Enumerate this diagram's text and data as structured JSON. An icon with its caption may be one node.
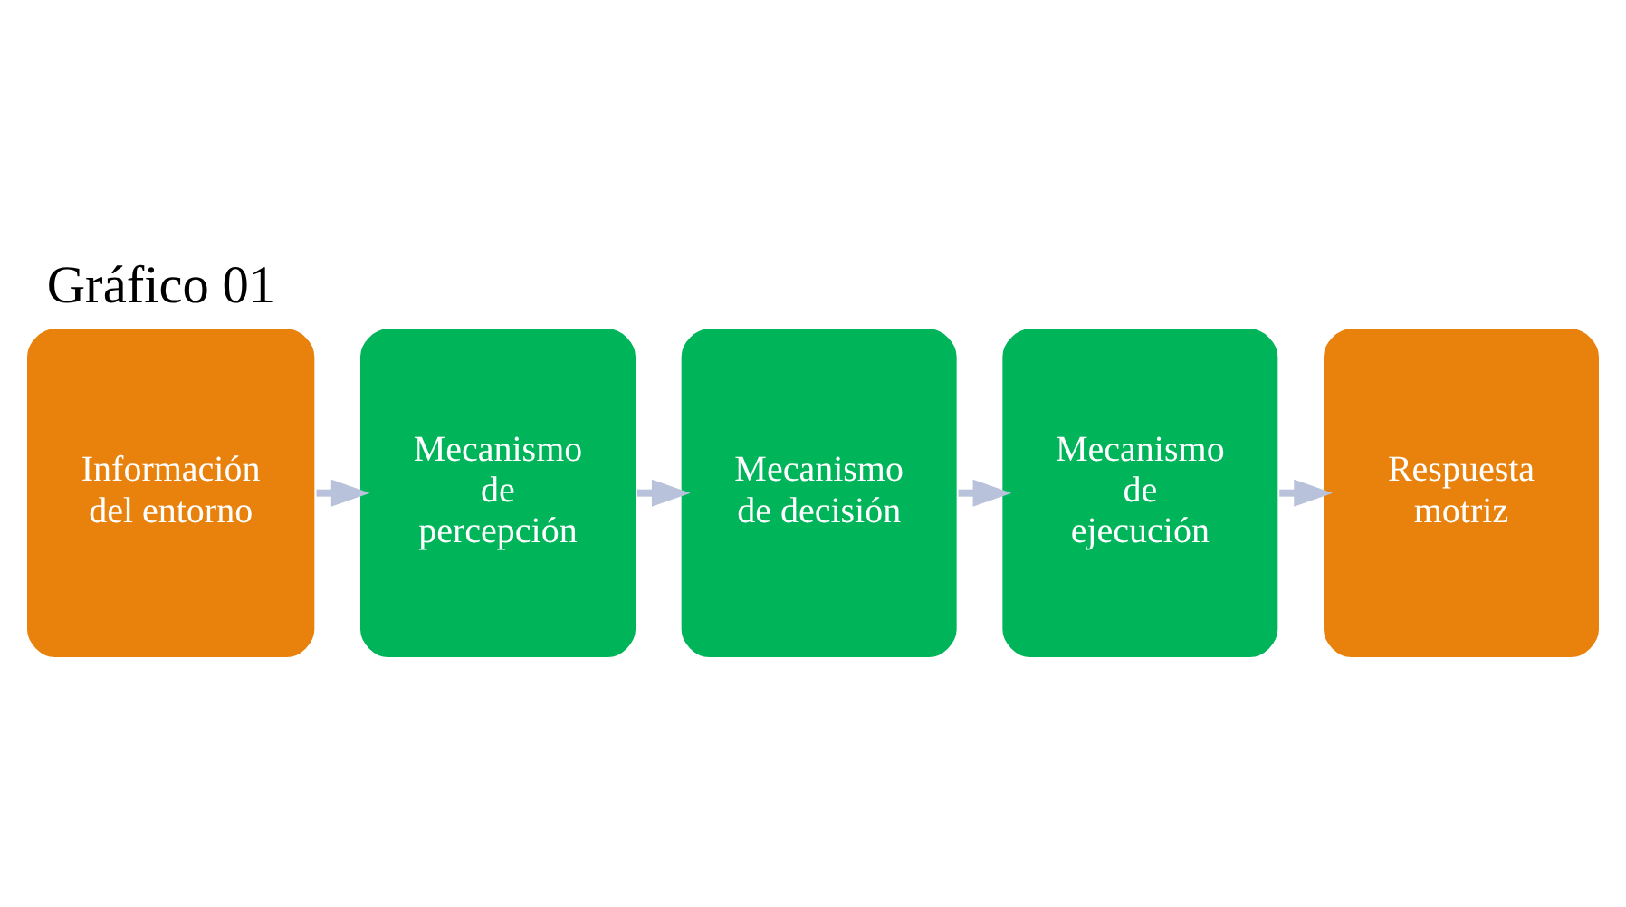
{
  "diagram": {
    "title": "Gráfico 01",
    "nodes": [
      {
        "text": [
          "Información del entorno"
        ]
      },
      {
        "text": [
          "Mecanismo de percepción"
        ]
      },
      {
        "text": [
          "Mecanismo de decisión"
        ]
      },
      {
        "text": [
          "Mecanismo de ejecución"
        ]
      },
      {
        "text": [
          "Respuesta motriz"
        ]
      }
    ],
    "edges": [
      {
        "from": 0,
        "to": 1,
        "arrow": "to"
      },
      {
        "from": 1,
        "to": 2,
        "arrow": "to"
      },
      {
        "from": 2,
        "to": 3,
        "arrow": "to"
      },
      {
        "from": 3,
        "to": 4,
        "arrow": "to"
      }
    ]
  }
}
